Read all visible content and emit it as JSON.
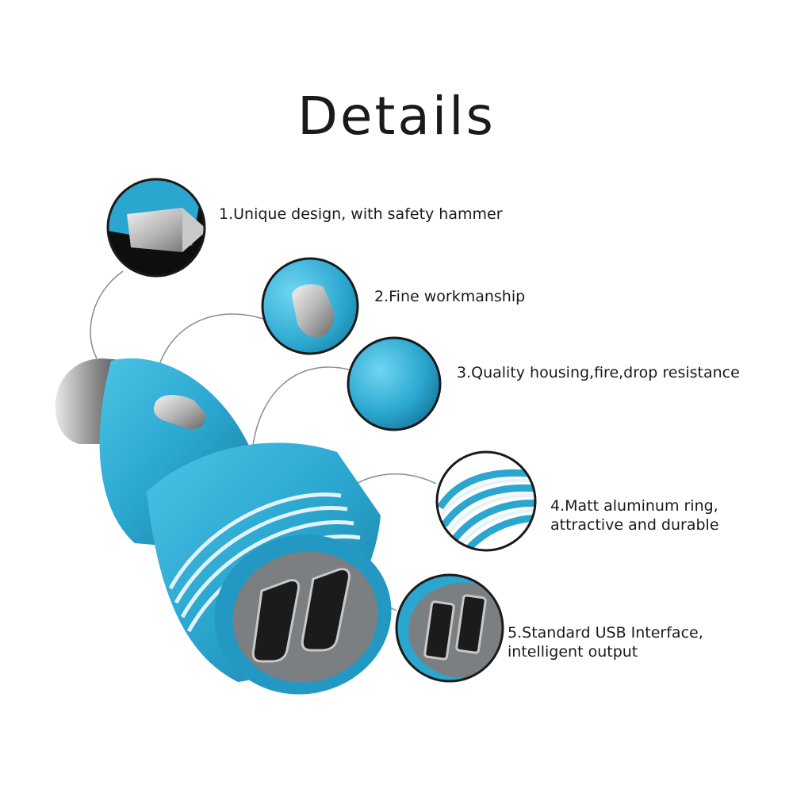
{
  "title": "Details",
  "colors": {
    "housing": "#2aa6cf",
    "housing_dark": "#1b7fa3",
    "ring": "#d9eef5",
    "metal": "#9a9a9a",
    "port_face": "#7b7f82",
    "callout_border": "#1a1a1a",
    "leader_line": "#8c8c8c"
  },
  "features": [
    {
      "lines": [
        "1.Unique design, with safety hammer"
      ]
    },
    {
      "lines": [
        "2.Fine workmanship"
      ]
    },
    {
      "lines": [
        "3.Quality housing,fire,drop resistance"
      ]
    },
    {
      "lines": [
        "4.Matt aluminum ring,",
        "attractive and durable"
      ]
    },
    {
      "lines": [
        "5.Standard USB Interface,",
        "intelligent output"
      ]
    }
  ]
}
